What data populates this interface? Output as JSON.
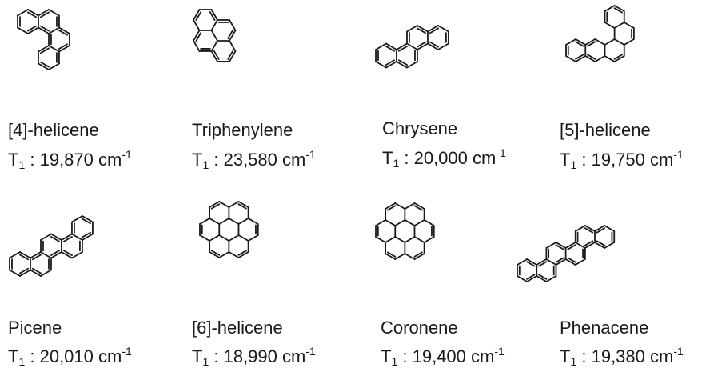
{
  "molecules": [
    {
      "name": "[4]-helicene",
      "t1_symbol": "T",
      "t1_sub": "1",
      "separator": " : ",
      "value": "19,870",
      "unit": "cm",
      "unit_sup": "-1",
      "icon": "4-helicene-structure"
    },
    {
      "name": "Triphenylene",
      "t1_symbol": "T",
      "t1_sub": "1",
      "separator": " : ",
      "value": "23,580",
      "unit": "cm",
      "unit_sup": "-1",
      "icon": "triphenylene-structure"
    },
    {
      "name": "Chrysene",
      "t1_symbol": "T",
      "t1_sub": "1",
      "separator": " : ",
      "value": "20,000",
      "unit": "cm",
      "unit_sup": "-1",
      "icon": "chrysene-structure"
    },
    {
      "name": "[5]-helicene",
      "t1_symbol": "T",
      "t1_sub": "1",
      "separator": " : ",
      "value": "19,750",
      "unit": "cm",
      "unit_sup": "-1",
      "icon": "5-helicene-structure"
    },
    {
      "name": "Picene",
      "t1_symbol": "T",
      "t1_sub": "1",
      "separator": " : ",
      "value": "20,010",
      "unit": "cm",
      "unit_sup": "-1",
      "icon": "picene-structure"
    },
    {
      "name": "[6]-helicene",
      "t1_symbol": "T",
      "t1_sub": "1",
      "separator": " : ",
      "value": "18,990",
      "unit": "cm",
      "unit_sup": "-1",
      "icon": "6-helicene-structure"
    },
    {
      "name": "Coronene",
      "t1_symbol": "T",
      "t1_sub": "1",
      "separator": " : ",
      "value": "19,400",
      "unit": "cm",
      "unit_sup": "-1",
      "icon": "coronene-structure"
    },
    {
      "name": "Phenacene",
      "t1_symbol": "T",
      "t1_sub": "1",
      "separator": " : ",
      "value": "19,380",
      "unit": "cm",
      "unit_sup": "-1",
      "icon": "phenacene-structure"
    }
  ]
}
